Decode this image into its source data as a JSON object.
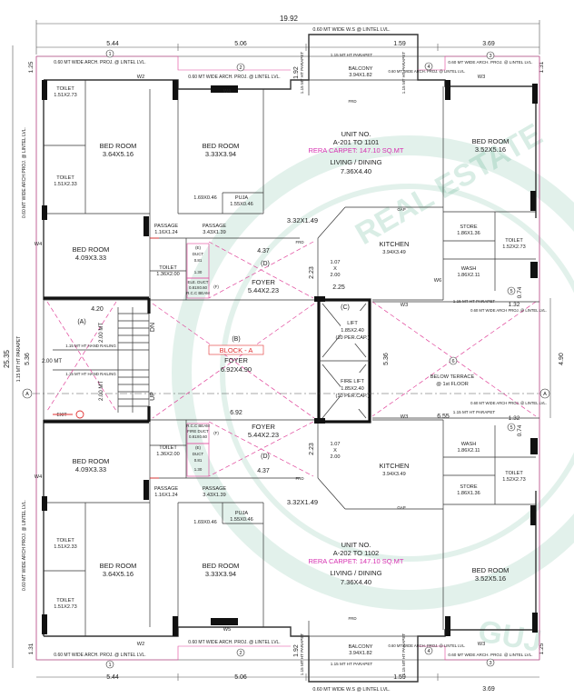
{
  "dims": {
    "overall_width": "19.92",
    "overall_height": "25.35",
    "top_segments": [
      "5.44",
      "5.06",
      "1.59",
      "3.69"
    ],
    "bottom_segments": [
      "5.44",
      "5.06",
      "1.59",
      "3.69"
    ],
    "left_125": "1.25",
    "right_131": "1.31",
    "left_131": "1.31",
    "right_125": "1.25",
    "balcony_192_top": "1.92",
    "balcony_192_bottom": "1.92",
    "right_490": "4.90",
    "lobby_536": "5.36",
    "stair_536": "5.36",
    "lobby_420": "4.20",
    "foyer_437_top": "4.37",
    "foyer_437_bottom": "4.37",
    "foyer_223_top": "2.23",
    "foyer_223_bottom": "2.23",
    "passage_225": "2.25",
    "lobby_692": "6.92",
    "terrace_655": "6.55",
    "right_074_top": "0.74",
    "right_074_bottom": "0.74",
    "right_132_top": "1.32",
    "right_132_bottom": "1.32",
    "stair_2mt_a": "2.00 MT",
    "stair_2mt_b": "2.00 MT",
    "stair_2mt_c": "2.00 MT",
    "living_149_top": "3.32X1.49",
    "living_149_bottom": "3.32X1.49"
  },
  "annotations": {
    "top_wide_ws": "0.60 MT WIDE W.S @ LINTEL LVL.",
    "bottom_wide_ws": "0.60 MT WIDE W.S @ LINTEL LVL.",
    "arch_top_1": "0.60 MT WIDE ARCH. PROJ. @ LINTEL LVL.",
    "arch_top_2": "0.60 MT WIDE ARCH. PROJ. @ LINTEL LVL.",
    "arch_top_3": "0.60 MT WIDE ARCH. PROJ. @ LINTEL LVL.",
    "arch_top_4": "0.60 MT WIDE ARCH. PROJ. @ LINTEL LVL.",
    "arch_bot_1": "0.60 MT WIDE ARCH. PROJ. @ LINTEL LVL.",
    "arch_bot_2": "0.60 MT WIDE ARCH. PROJ. @ LINTEL LVL.",
    "arch_bot_3": "0.60 MT WIDE ARCH. PROJ. @ LINTEL LVL.",
    "arch_bot_4": "0.60 MT WIDE ARCH. PROJ. @ LINTEL LVL.",
    "arch_left_top": "0.60 MT WIDE ARCH PROJ. @ LINTEL LVL.",
    "arch_left_bottom": "0.60 MT WIDE ARCH PROJ. @ LINTEL LVL.",
    "parapet_left": "1.15 MT HT PARAPET",
    "parapet_top": "1.15 MT HT PARAPET",
    "parapet_bottom": "1.15 MT HT PARAPET",
    "parapet_bal_l_top": "1.15 MT HT PARAPET",
    "parapet_bal_r_top": "1.15 MT HT PARAPET",
    "parapet_bal_l_bot": "1.15 MT HT PARAPET",
    "parapet_bal_r_bot": "1.15 MT HT PARAPET",
    "parapet_right_top": "1.15 MT HT PARAPET",
    "parapet_right_bottom": "1.15 MT HT PARAPET",
    "arch_right_top": "0.60 MT WIDE ARCH PROJ. @ LINTEL LVL.",
    "arch_right_bottom": "0.60 MT WIDE ARCH PROJ. @ LINTEL LVL.",
    "hand_rail_top": "1.15 MT HT HAND RAILING",
    "hand_rail_bottom": "1.15 MT HT HAND RAILING",
    "up": "UP",
    "dn": "DN",
    "below_terrace": "BELOW TERRACE",
    "first_floor": "@ 1st FLOOR",
    "grid_a_left": "A",
    "grid_a_right": "A",
    "exit_sign": "EXIT"
  },
  "markers": [
    "1",
    "2",
    "3",
    "4",
    "5",
    "6"
  ],
  "walls_labels": {
    "W2_top": "W2",
    "W4_top": "W4",
    "W3_top": "W3",
    "W4_left_top": "W4",
    "W2_bot": "W2",
    "W5_bot": "W5",
    "W3_bot": "W3",
    "W4_left_bot": "W4",
    "W3_mid_top": "W3",
    "W3_mid_bot": "W3",
    "W6": "W6",
    "FRD_top": "FRD",
    "FRD_bot": "FRD",
    "FRD_mid_top": "FRD",
    "FRD_mid_bot": "FRD",
    "GAP_top": "GAP",
    "GAP_bot": "GAP"
  },
  "units": {
    "top": {
      "unit_no": "UNIT NO.",
      "range": "A-201 TO 1101",
      "rera": "RERA CARPET: 147.10 SQ.MT",
      "living": "LIVING / DINING",
      "living_size": "7.36X4.40"
    },
    "bottom": {
      "unit_no": "UNIT NO.",
      "range": "A-202 TO 1102",
      "rera": "RERA CARPET: 147.10 SQ.MT",
      "living": "LIVING / DINING",
      "living_size": "7.36X4.40"
    }
  },
  "rooms_top": {
    "bed1": "BED ROOM",
    "bed1_size": "3.64X5.16",
    "bed2": "BED ROOM",
    "bed2_size": "3.33X3.94",
    "bed3": "BED ROOM",
    "bed3_size": "3.52X5.16",
    "bed4": "BED ROOM",
    "bed4_size": "4.09X3.33",
    "toilet_a": "TOILET",
    "toilet_a_size": "1.51X2.73",
    "toilet_b": "TOILET",
    "toilet_b_size": "1.51X2.33",
    "toilet_c": "TOILET",
    "toilet_c_size": "1.36X2.00",
    "toilet_d": "TOILET",
    "toilet_d_size": "1.52X2.73",
    "balcony": "BALCONY",
    "balcony_size": "3.94X1.82",
    "puja": "PUJA",
    "puja_size": "1.55X0.46",
    "puja_sub": "1.69X0.46",
    "passage_a": "PASSAGE",
    "passage_a_size": "1.16X1.24",
    "passage_b": "PASSAGE",
    "passage_b_size": "3.43X1.39",
    "kitchen": "KITCHEN",
    "kitchen_size": "3.94X3.49",
    "store": "STORE",
    "store_size": "1.86X1.36",
    "wash": "WASH",
    "wash_size": "1.86X2.11",
    "foyer": "FOYER",
    "foyer_size": "5.44X2.23",
    "duct_e": "(E)",
    "duct_label": "DUCT",
    "duct_size": "0.81",
    "duct_size2": "1.30",
    "duct_f": "(F)",
    "ele_duct": "ELE. DUCT",
    "ele_size": "0.81X0.60",
    "rcc_beam": "R.C.C BEAM",
    "d_label": "(D)",
    "passage_107": "1.07",
    "passage_x": "X",
    "passage_200": "2.00"
  },
  "rooms_bottom": {
    "bed1": "BED ROOM",
    "bed1_size": "3.64X5.16",
    "bed2": "BED ROOM",
    "bed2_size": "3.33X3.94",
    "bed3": "BED ROOM",
    "bed3_size": "3.52X5.16",
    "bed4": "BED ROOM",
    "bed4_size": "4.09X3.33",
    "toilet_a": "TOILET",
    "toilet_a_size": "1.51X2.33",
    "toilet_b": "TOILET",
    "toilet_b_size": "1.51X2.73",
    "toilet_c": "TOILET",
    "toilet_c_size": "1.36X2.00",
    "toilet_d": "TOILET",
    "toilet_d_size": "1.52X2.73",
    "balcony": "BALCONY",
    "balcony_size": "3.94X1.82",
    "puja": "PUJA",
    "puja_size": "1.55X0.46",
    "puja_sub": "1.69X0.46",
    "passage_a": "PASSAGE",
    "passage_a_size": "1.16X1.24",
    "passage_b": "PASSAGE",
    "passage_b_size": "3.43X1.39",
    "kitchen": "KITCHEN",
    "kitchen_size": "3.94X3.49",
    "store": "STORE",
    "store_size": "1.86X1.36",
    "wash": "WASH",
    "wash_size": "1.86X2.11",
    "foyer": "FOYER",
    "foyer_size": "5.44X2.23",
    "duct_e": "(E)",
    "duct_label": "DUCT",
    "duct_size": "0.81",
    "duct_size2": "1.30",
    "duct_f": "(F)",
    "fire_duct": "FIRE DUCT",
    "fire_size": "0.81X0.60",
    "rcc_beam": "R.C.C BEAM",
    "d_label": "(D)",
    "passage_107": "1.07",
    "passage_x": "X",
    "passage_200": "2.00"
  },
  "core": {
    "block": "BLOCK - A",
    "b_label": "(B)",
    "a_label": "(A)",
    "c_label": "(C)",
    "foyer": "FOYER",
    "foyer_size": "6.92X4.90",
    "lift": "LIFT",
    "lift_size": "1.85X2.40",
    "lift_cap": "(10 PER.CAP.)",
    "fire_lift": "FIRE LIFT",
    "fire_lift_size": "1.85X2.40",
    "fire_lift_cap": "(10 PER.CAP.)"
  },
  "watermark": {
    "word1": "REAL ESTATE",
    "word2": "GUJ"
  }
}
